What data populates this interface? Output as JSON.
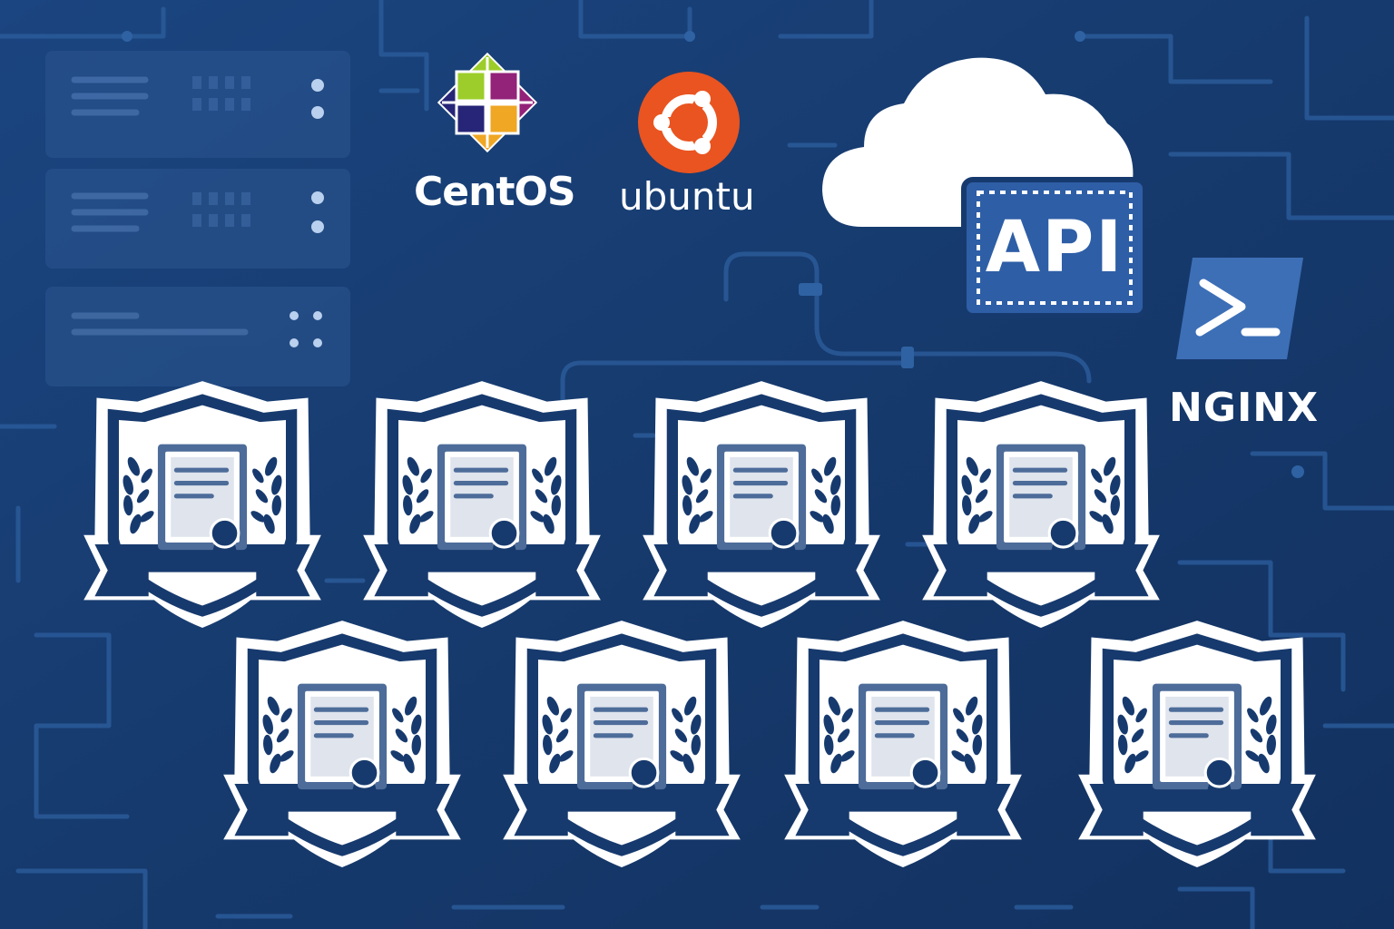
{
  "logos": {
    "centos": {
      "label": "CentOS",
      "icon": "centos-logo-icon"
    },
    "ubuntu": {
      "label": "ubuntu",
      "icon": "ubuntu-logo-icon",
      "color": "#e95420"
    },
    "nginx": {
      "label": "NGINX"
    },
    "api": {
      "label": "API",
      "icon": "cloud-icon"
    },
    "terminal": {
      "icon": "powershell-terminal-icon"
    }
  },
  "badges": {
    "count": 8,
    "icon": "certificate-shield-icon"
  },
  "colors": {
    "background": "#173a6e",
    "circuit": "#2a5a99",
    "badge_fill": "#ffffff",
    "badge_detail": "#4d6c99",
    "api_box": "#2e5ea6",
    "terminal_box": "#3d6fb6"
  }
}
